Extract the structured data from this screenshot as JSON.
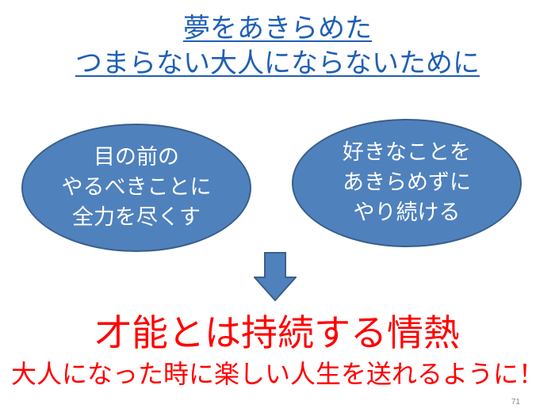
{
  "title": {
    "line1": "夢をあきらめた",
    "line2": "つまらない大人にならないために"
  },
  "ellipses": {
    "left": {
      "lines": [
        "目の前の",
        "やるべきことに",
        "全力を尽くす"
      ]
    },
    "right": {
      "lines": [
        "好きなことを",
        "あきらめずに",
        "やり続ける"
      ]
    }
  },
  "arrow": {
    "icon": "down-arrow-icon",
    "color": "#4f81bd"
  },
  "headline": "才能とは持続する情熱",
  "subline": "大人になった時に楽しい人生を送れるように！",
  "page_number": "71",
  "colors": {
    "title": "#1f5fb5",
    "ellipse_fill": "#4f81bd",
    "ellipse_text": "#ffffff",
    "emphasis": "#ff0000"
  }
}
